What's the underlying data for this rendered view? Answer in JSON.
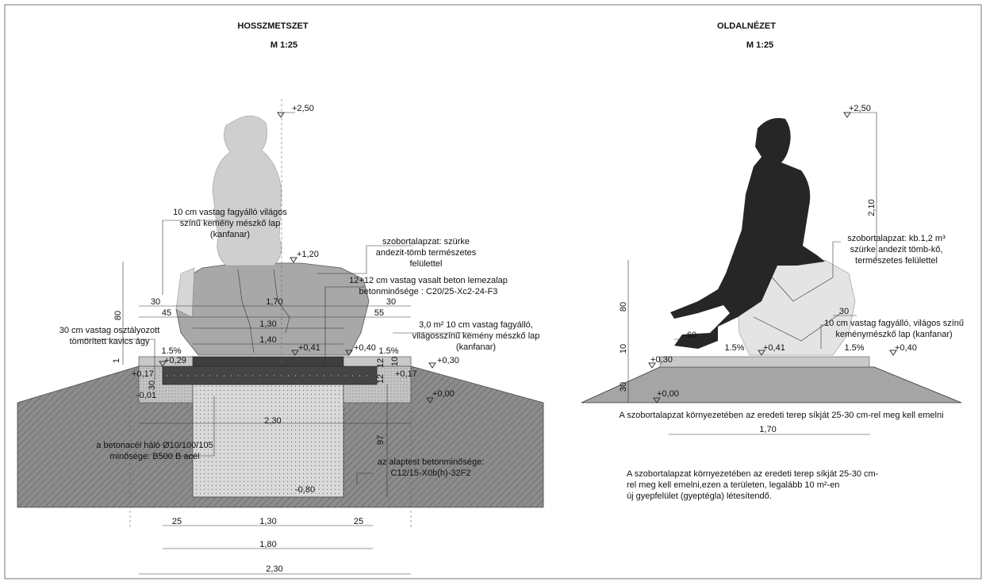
{
  "left": {
    "title": "HOSSZMETSZET",
    "scale": "M 1:25",
    "levels": {
      "top": "+2,50",
      "seat": "+1,20",
      "lvl041": "+0,41",
      "lvl040": "+0,40",
      "lvl030": "+0,30",
      "lvl029": "+0,29",
      "lvl017a": "+0,17",
      "lvl017b": "+0,17",
      "lvl001": "-0,01",
      "lvl000": "+0,00",
      "lvl080": "-0,80"
    },
    "notes": {
      "limestone_top_1": "10 cm vastag fagyálló világos",
      "limestone_top_2": "színű kemény mészkő lap",
      "limestone_top_3": "(kanfanar)",
      "pedestal_1": "szobortalapzat: szürke",
      "pedestal_2": "andezit-tömb természetes",
      "pedestal_3": "felülettel",
      "slab_1": "12+12 cm vastag vasalt beton lemezalap",
      "slab_2": "betonminősége : C20/25-Xc2-24-F3",
      "gravel_1": "30 cm vastag osztályozott",
      "gravel_2": "tömörített kavics ágy",
      "lime_right_1": "3,0 m² 10 cm vastag fagyálló,",
      "lime_right_2": "világosszínű kemény mészkő lap",
      "lime_right_3": "(kanfanar)",
      "mesh_1": "a betonacél háló  Ø10/100/105",
      "mesh_2": "minősége: B500 B acél",
      "found_1": "az alaptest betonminősége:",
      "found_2": "C12/15-X0b(h)-32F2"
    },
    "dims": {
      "d30a": "30",
      "d170": "1,70",
      "d30b": "30",
      "d45": "45",
      "d55": "55",
      "d130a": "1,30",
      "d140": "1,40",
      "pct1": "1.5%",
      "pct2": "1.5%",
      "d80": "80",
      "d1": "1",
      "d30v": "30",
      "d10v": "10",
      "d12": "12",
      "d12b": "12",
      "d230mid": "2,30",
      "d97": "97",
      "b25a": "25",
      "b130": "1,30",
      "b25b": "25",
      "b180": "1,80",
      "b230": "2,30"
    }
  },
  "right": {
    "title": "OLDALNÉZET",
    "scale": "M 1:25",
    "levels": {
      "top": "+2,50",
      "lvl041": "+0,41",
      "lvl040": "+0,40",
      "lvl030": "+0,30",
      "lvl000": "+0,00"
    },
    "notes": {
      "pedestal_1": "szobortalapzat: kb.1,2 m³",
      "pedestal_2": "szürke andezit tömb-kő,",
      "pedestal_3": "természetes felülettel",
      "lime_1": "10 cm vastag fagyálló, világos színű",
      "lime_2": "keménymészkő lap (kanfanar)",
      "terrain_line": "A szobortalapzat környezetében az eredeti  terep síkját  25-30 cm-rel meg kell emelni",
      "para_1": "A szobortalapzat környezetében az eredeti  terep síkját  25-30 cm-",
      "para_2": "rel meg kell emelni,ezen a területen, legalább 10 m²-en",
      "para_3": "új gyepfelület (gyeptégla) létesítendő."
    },
    "dims": {
      "d210": "2,10",
      "d80": "80",
      "d10": "10",
      "d30": "30",
      "d60": "60",
      "d30h": "30",
      "pct1": "1.5%",
      "pct2": "1.5%",
      "d170": "1,70"
    }
  },
  "colors": {
    "hatch": "#8a8a8a",
    "statue_light": "#cfcfcf",
    "stone": "#a9a9a9",
    "slab": "#4a4a4a",
    "silhouette": "#2a2a2a"
  }
}
